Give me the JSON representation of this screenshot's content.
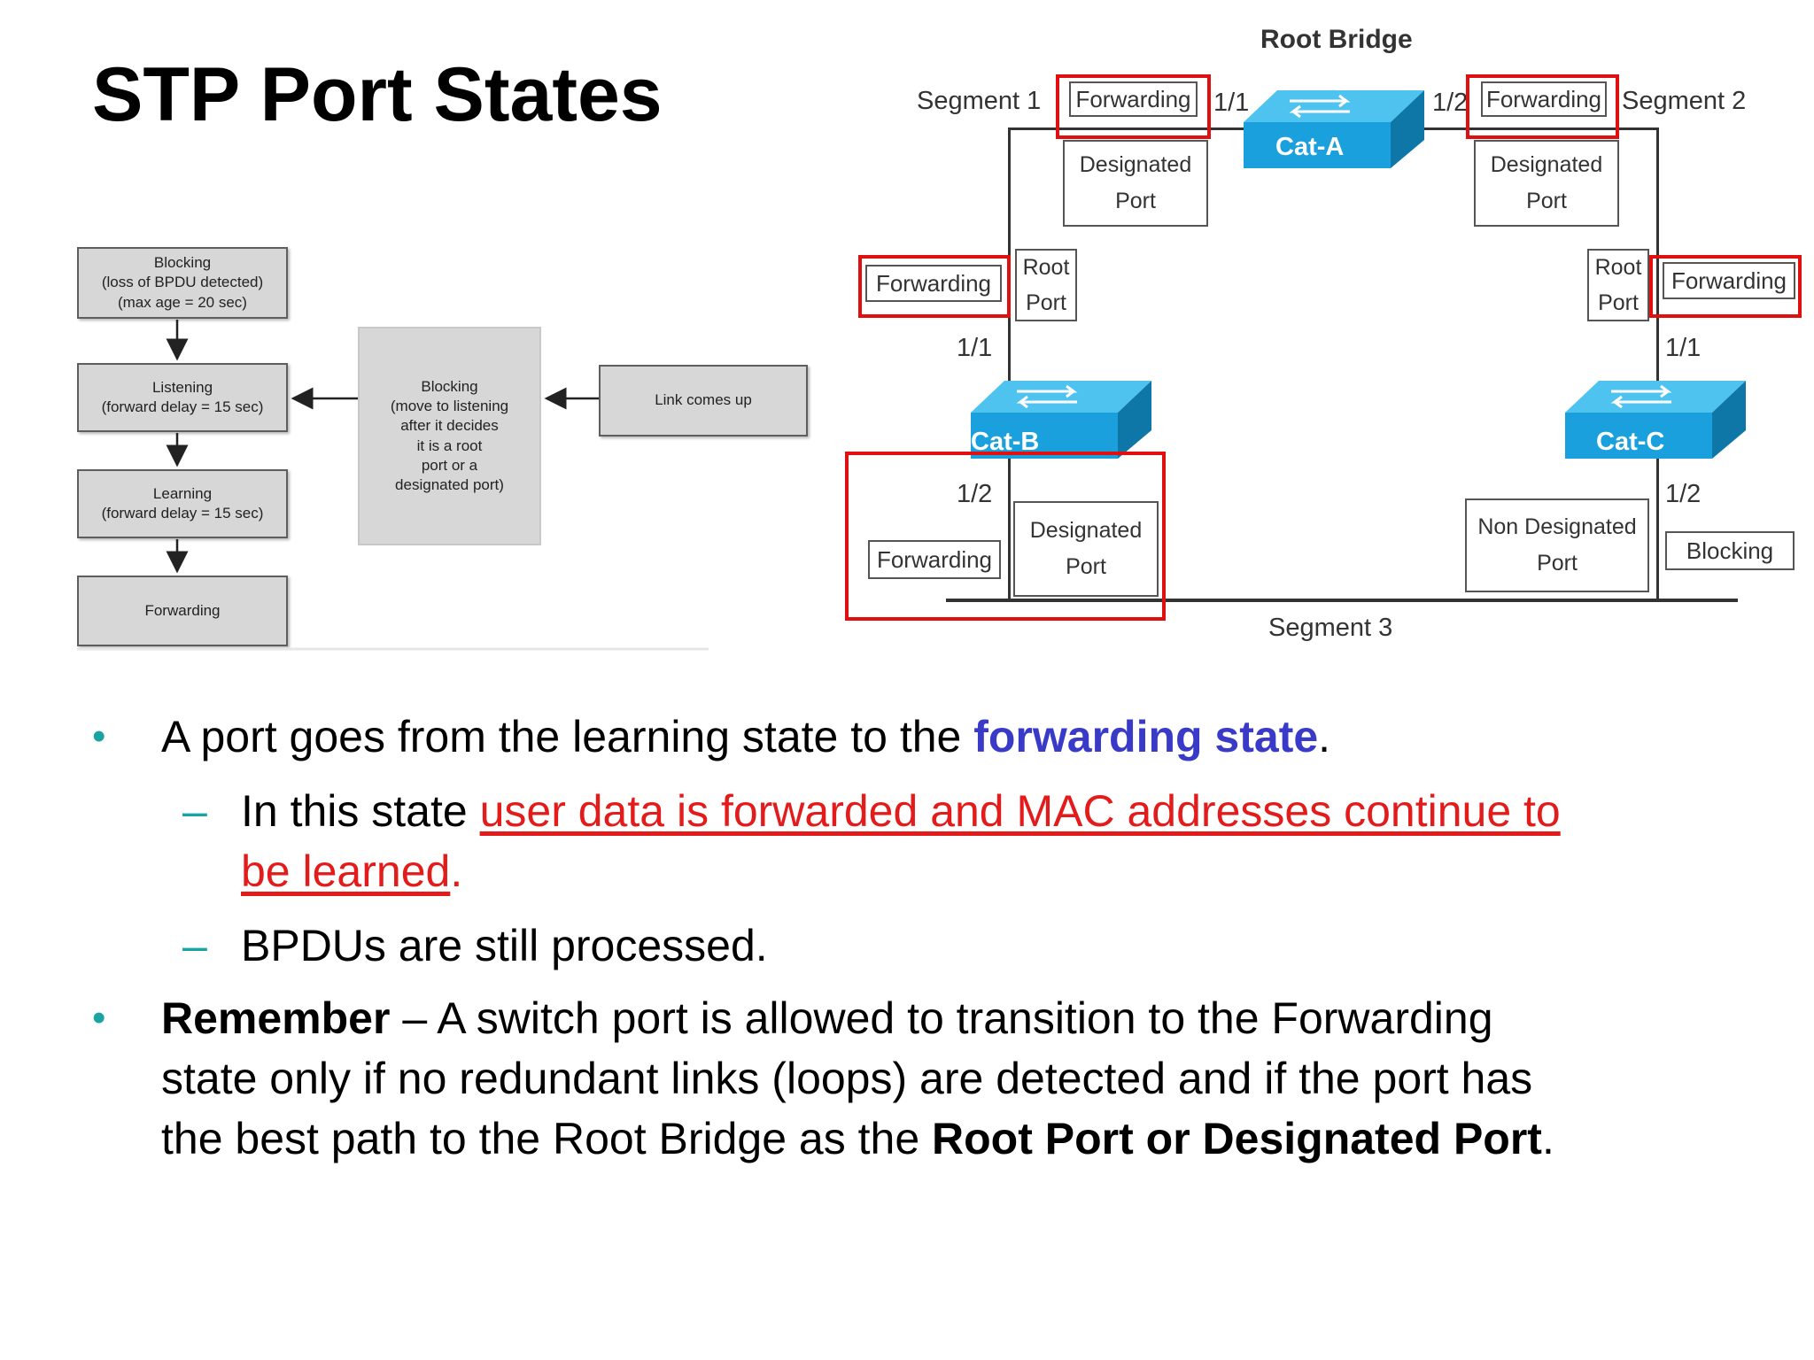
{
  "title": "STP Port States",
  "flowchart": {
    "blocking_detect": "Blocking\n(loss of BPDU detected)\n(max age = 20 sec)",
    "listening": "Listening\n(forward delay = 15 sec)",
    "learning": "Learning\n(forward delay = 15 sec)",
    "forwarding": "Forwarding",
    "blocking_move": "Blocking\n(move to listening\nafter it decides\nit is a root\nport or a\ndesignated port)",
    "link_up": "Link comes up"
  },
  "topology": {
    "root_bridge": "Root Bridge",
    "segment1": "Segment 1",
    "segment2": "Segment 2",
    "segment3": "Segment 3",
    "cat_a": "Cat-A",
    "cat_b": "Cat-B",
    "cat_c": "Cat-C",
    "port_a_1": "1/1",
    "port_a_2": "1/2",
    "port_b_1": "1/1",
    "port_b_2": "1/2",
    "port_c_1": "1/1",
    "port_c_2": "1/2",
    "state_a1": "Forwarding",
    "state_a2": "Forwarding",
    "state_b1": "Forwarding",
    "state_c1": "Forwarding",
    "state_b2": "Forwarding",
    "state_c2": "Blocking",
    "role_designated": "Designated",
    "role_port": "Port",
    "role_root": "Root",
    "role_non_designated": "Non Designated",
    "colors": {
      "highlight": "#e01010",
      "switch": "#1aa0dc"
    }
  },
  "bullets": {
    "b1_pre": "A port goes from the learning state to the ",
    "b1_hl": "forwarding state",
    "b1_post": ".",
    "s1_pre": "In this state ",
    "s1_u1": "user data is forwarded and MAC addresses continue to",
    "s1_u2": "be learned",
    "s1_post": ".",
    "s2": "BPDUs are still processed.",
    "b2_bold": "Remember",
    "b2_l1": " – A switch port is allowed to transition to the Forwarding",
    "b2_l2": "state only if no redundant links (loops) are detected and if the port has",
    "b2_l3": "the best path to the Root Bridge as the ",
    "b2_bold2": "Root Port or Designated Port",
    "b2_end": "."
  }
}
